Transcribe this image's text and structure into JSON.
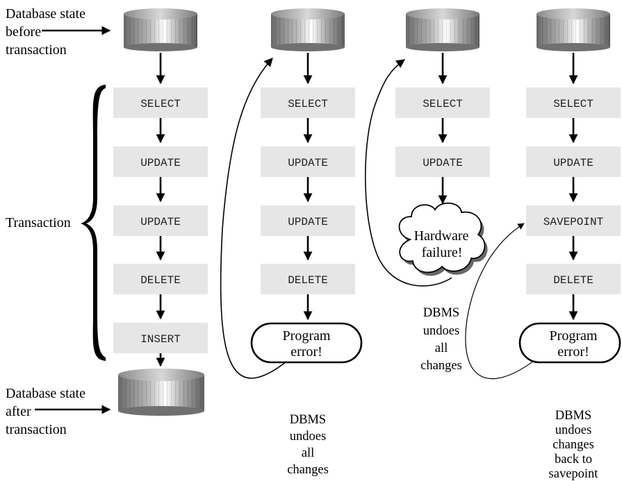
{
  "labels": {
    "before": [
      "Database state",
      "before",
      "transaction"
    ],
    "after": [
      "Database state",
      "after",
      "transaction"
    ],
    "transaction": "Transaction"
  },
  "columns": [
    {
      "steps": [
        "SELECT",
        "UPDATE",
        "UPDATE",
        "DELETE",
        "INSERT"
      ]
    },
    {
      "steps": [
        "SELECT",
        "UPDATE",
        "UPDATE",
        "DELETE"
      ],
      "end": [
        "Program",
        "error!"
      ],
      "caption": [
        "DBMS",
        "undoes",
        "all",
        "changes"
      ]
    },
    {
      "steps": [
        "SELECT",
        "UPDATE"
      ],
      "end": [
        "Hardware",
        "failure!"
      ],
      "caption": [
        "DBMS",
        "undoes",
        "all",
        "changes"
      ]
    },
    {
      "steps": [
        "SELECT",
        "UPDATE",
        "SAVEPOINT",
        "DELETE"
      ],
      "end": [
        "Program",
        "error!"
      ],
      "caption": [
        "DBMS",
        "undoes",
        "changes",
        "back to",
        "savepoint"
      ]
    }
  ]
}
